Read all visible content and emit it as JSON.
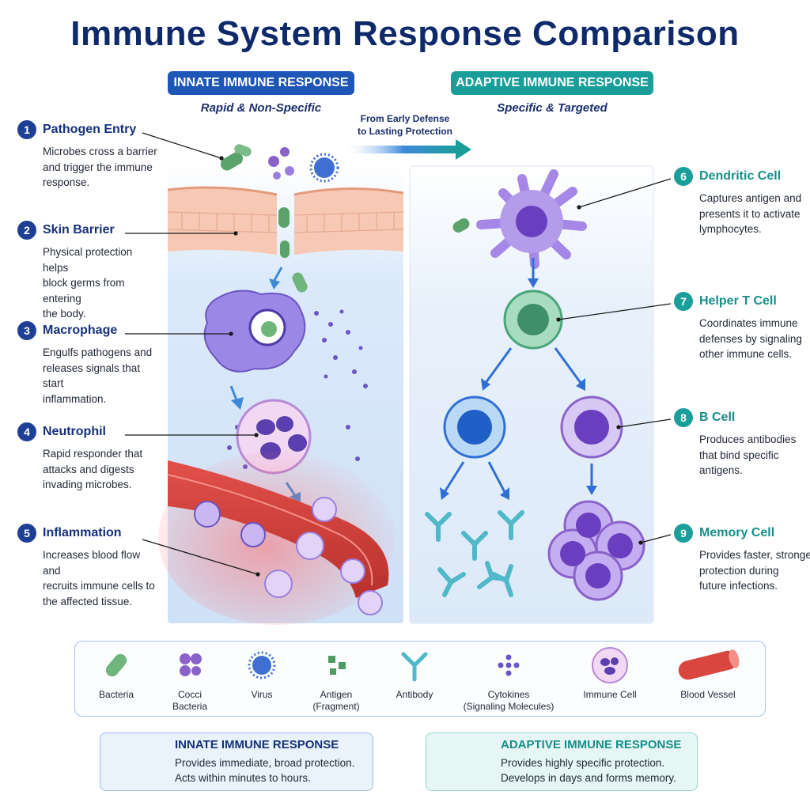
{
  "title": "Immune System Response Comparison",
  "innate": {
    "label": "INNATE IMMUNE RESPONSE",
    "subtitle": "Rapid & Non-Specific",
    "color": "#1e56b8"
  },
  "adaptive": {
    "label": "ADAPTIVE IMMUNE RESPONSE",
    "subtitle": "Specific & Targeted",
    "color": "#1a9e9a"
  },
  "transition": {
    "line1": "From Early Defense",
    "line2": "to Lasting Protection"
  },
  "steps": [
    {
      "num": "1",
      "name": "Pathogen Entry",
      "lines": [
        "Microbes cross a barrier",
        "and trigger the immune",
        "response."
      ]
    },
    {
      "num": "2",
      "name": "Skin Barrier",
      "lines": [
        "Physical protection helps",
        "block germs from entering",
        "the body."
      ]
    },
    {
      "num": "3",
      "name": "Macrophage",
      "lines": [
        "Engulfs pathogens and",
        "releases signals that start",
        "inflammation."
      ]
    },
    {
      "num": "4",
      "name": "Neutrophil",
      "lines": [
        "Rapid responder that",
        "attacks and digests",
        "invading microbes."
      ]
    },
    {
      "num": "5",
      "name": "Inflammation",
      "lines": [
        "Increases blood flow and",
        "recruits immune cells to",
        "the affected tissue."
      ]
    },
    {
      "num": "6",
      "name": "Dendritic Cell",
      "lines": [
        "Captures antigen and",
        "presents it to activate",
        "lymphocytes."
      ]
    },
    {
      "num": "7",
      "name": "Helper T Cell",
      "lines": [
        "Coordinates immune",
        "defenses by signaling",
        "other immune cells."
      ]
    },
    {
      "num": "8",
      "name": "B Cell",
      "lines": [
        "Produces antibodies",
        "that bind specific",
        "antigens."
      ]
    },
    {
      "num": "9",
      "name": "Memory Cell",
      "lines": [
        "Provides faster, stronger",
        "protection during",
        "future infections."
      ]
    }
  ],
  "legend": [
    {
      "icon": "bacteria-icon",
      "line1": "Bacteria",
      "line2": ""
    },
    {
      "icon": "cocci-bacteria-icon",
      "line1": "Cocci",
      "line2": "Bacteria"
    },
    {
      "icon": "virus-icon",
      "line1": "Virus",
      "line2": ""
    },
    {
      "icon": "antigen-icon",
      "line1": "Antigen",
      "line2": "(Fragment)"
    },
    {
      "icon": "antibody-icon",
      "line1": "Antibody",
      "line2": ""
    },
    {
      "icon": "cytokines-icon",
      "line1": "Cytokines",
      "line2": "(Signaling Molecules)"
    },
    {
      "icon": "immune-cell-icon",
      "line1": "Immune Cell",
      "line2": ""
    },
    {
      "icon": "blood-vessel-icon",
      "line1": "Blood Vessel",
      "line2": ""
    }
  ],
  "summary": {
    "innate": {
      "title": "INNATE IMMUNE RESPONSE",
      "line1": "Provides immediate, broad protection.",
      "line2": "Acts within minutes to hours.",
      "icon": "shield-icon"
    },
    "adaptive": {
      "title": "ADAPTIVE IMMUNE RESPONSE",
      "line1": "Provides highly specific protection.",
      "line2": "Develops in days and forms memory.",
      "icon": "target-icon"
    }
  },
  "colors": {
    "innate_dark": "#16307a",
    "adaptive_teal": "#1a9e9a",
    "blood_red": "#d9453f",
    "cell_purple": "#9b7fe0"
  }
}
